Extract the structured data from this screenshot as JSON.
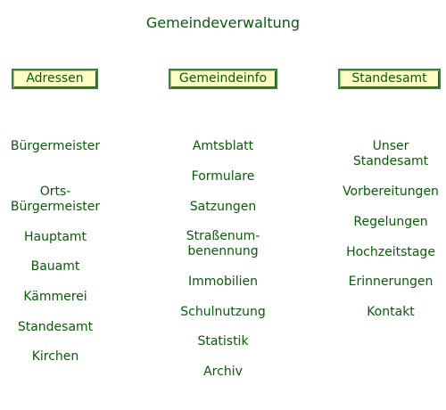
{
  "page": {
    "title": "Gemeindeverwaltung"
  },
  "columns": [
    {
      "header": "Adressen",
      "links": [
        "Bürgermeister",
        "Orts-\nBürgermeister",
        "Hauptamt",
        "Bauamt",
        "Kämmerei",
        "Standesamt",
        "Kirchen"
      ]
    },
    {
      "header": "Gemeindeinfo",
      "links": [
        "Amtsblatt",
        "Formulare",
        "Satzungen",
        "Straßenum-\nbenennung",
        "Immobilien",
        "Schulnutzung",
        "Statistik",
        "Archiv"
      ]
    },
    {
      "header": "Standesamt",
      "links": [
        "Unser\nStandesamt",
        "Vorbereitungen",
        "Regelungen",
        "Hochzeitstage",
        "Erinnerungen",
        "Kontakt"
      ]
    }
  ],
  "colors": {
    "text": "#0a5a0a",
    "button_bg": "#ffffc6",
    "button_border": "#2f8a2f"
  }
}
